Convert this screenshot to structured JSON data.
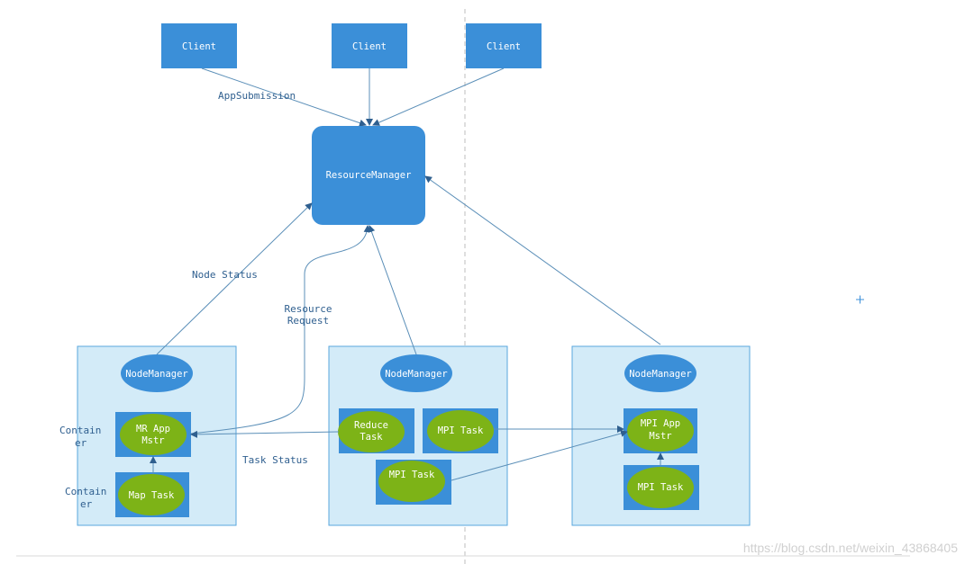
{
  "colors": {
    "box_blue": "#3b8fd8",
    "node_fill": "#d3ebf8",
    "node_border": "#5aa7de",
    "ellipse_green": "#7db317",
    "arrow": "#5b8fb8",
    "label": "#2f5f8f"
  },
  "clients": [
    "Client",
    "Client",
    "Client"
  ],
  "resource_manager": "ResourceManager",
  "labels": {
    "app_submission": "AppSubmission",
    "node_status": "Node Status",
    "resource_request_1": "Resource",
    "resource_request_2": "Request",
    "task_status": "Task Status",
    "container_1a": "Contain",
    "container_1b": "er",
    "container_2a": "Contain",
    "container_2b": "er"
  },
  "nodes": [
    {
      "manager": "NodeManager",
      "tasks": [
        {
          "line1": "MR App",
          "line2": "Mstr"
        },
        {
          "line1": "Map Task",
          "line2": ""
        }
      ]
    },
    {
      "manager": "NodeManager",
      "tasks": [
        {
          "line1": "Reduce",
          "line2": "Task"
        },
        {
          "line1": "MPI Task",
          "line2": ""
        },
        {
          "line1": "MPI Task",
          "line2": ""
        }
      ]
    },
    {
      "manager": "NodeManager",
      "tasks": [
        {
          "line1": "MPI App",
          "line2": "Mstr"
        },
        {
          "line1": "MPI Task",
          "line2": ""
        }
      ]
    }
  ],
  "watermark": "https://blog.csdn.net/weixin_43868405"
}
